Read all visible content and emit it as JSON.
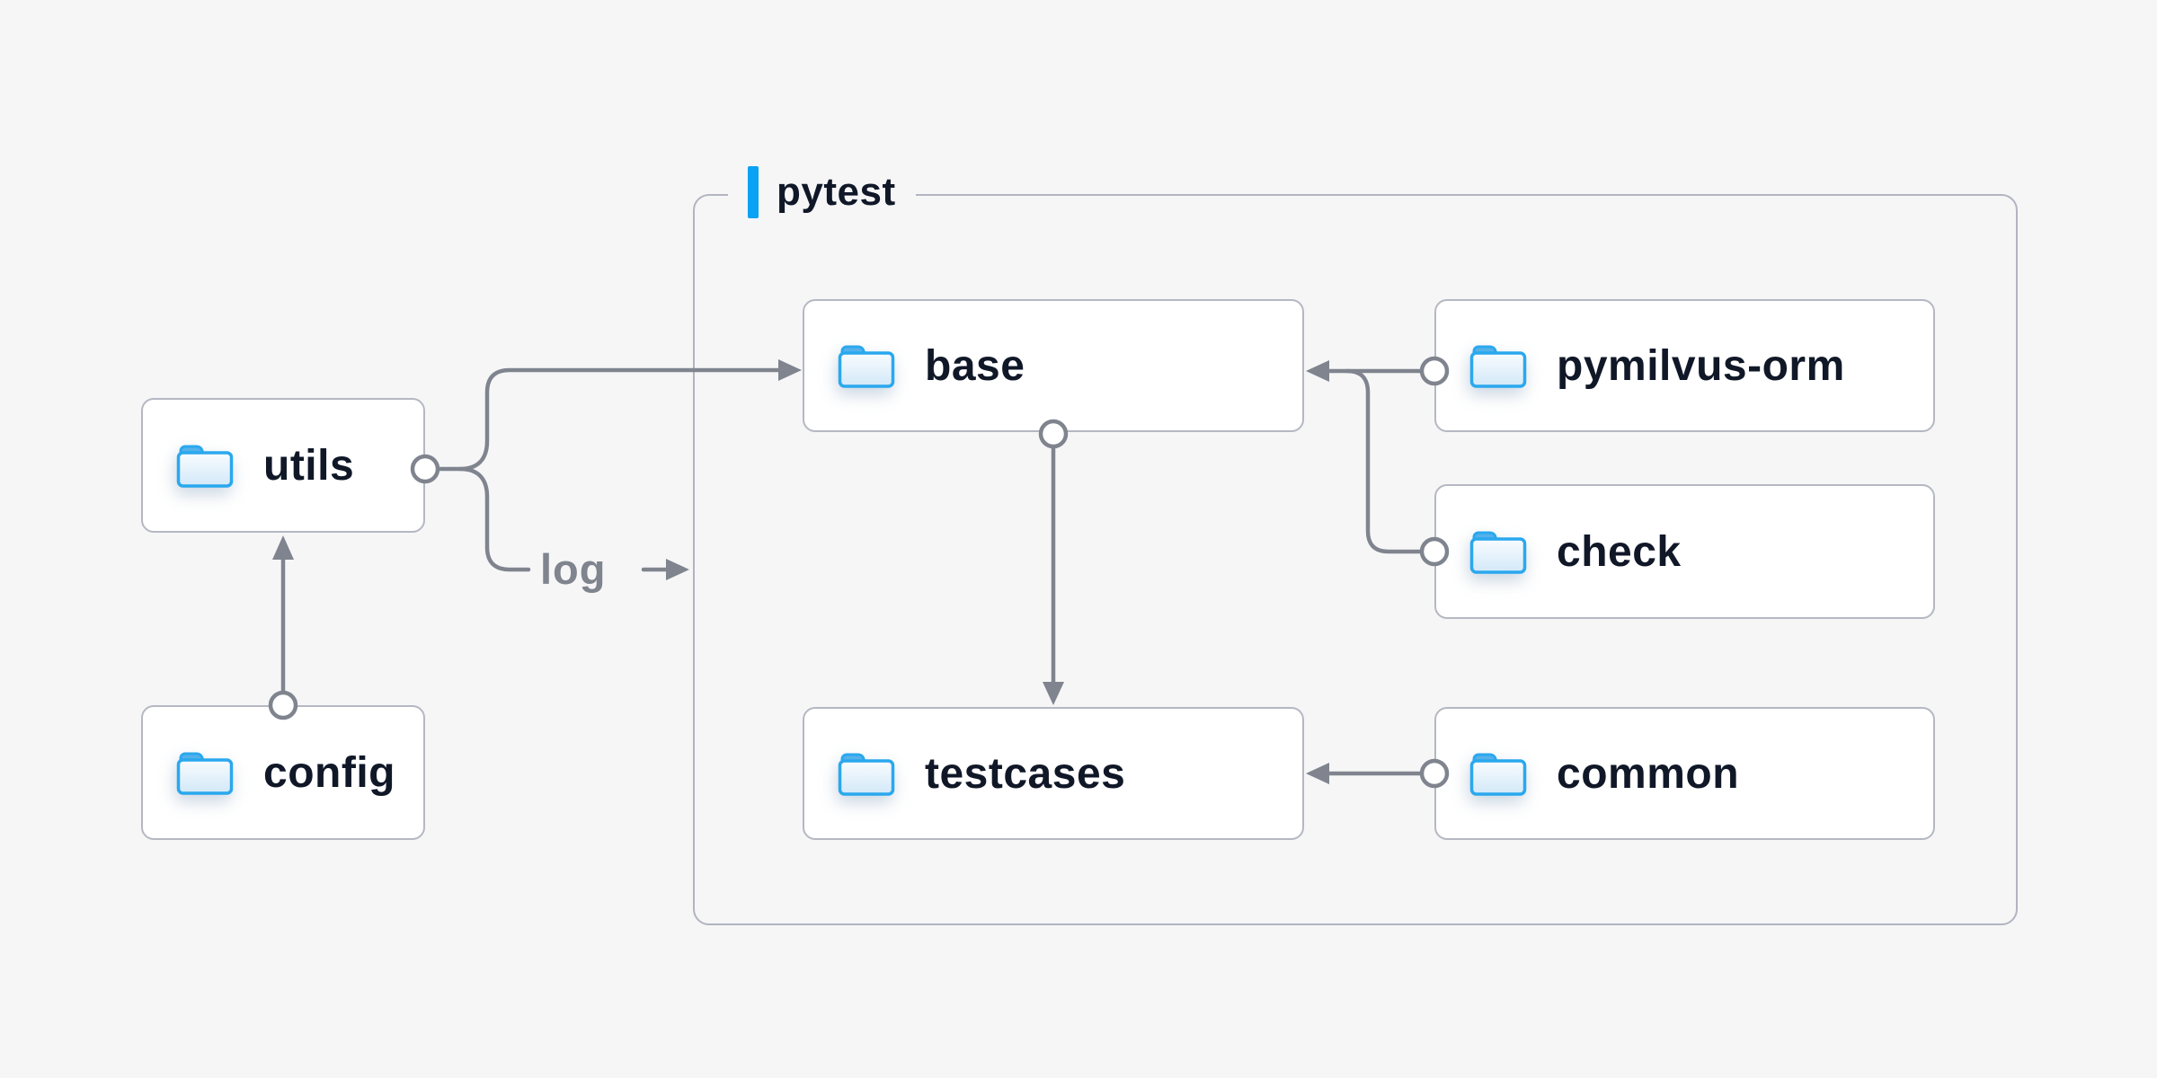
{
  "diagram": {
    "background_color": "#f6f6f7",
    "accent_blue": "#0aa2f3",
    "folder_blue": "#2aa8ee",
    "line_gray": "#7f848e",
    "text_dark": "#101828",
    "container": {
      "label": "pytest"
    },
    "nodes": [
      {
        "id": "utils",
        "label": "utils"
      },
      {
        "id": "config",
        "label": "config"
      },
      {
        "id": "base",
        "label": "base"
      },
      {
        "id": "pymilvus-orm",
        "label": "pymilvus-orm"
      },
      {
        "id": "check",
        "label": "check"
      },
      {
        "id": "testcases",
        "label": "testcases"
      },
      {
        "id": "common",
        "label": "common"
      }
    ],
    "edges": [
      {
        "from": "config",
        "to": "utils"
      },
      {
        "from": "utils",
        "to": "base"
      },
      {
        "from": "utils",
        "to": "log",
        "label": "log"
      },
      {
        "from": "base",
        "to": "testcases"
      },
      {
        "from": "pymilvus-orm",
        "to": "base"
      },
      {
        "from": "check",
        "to": "base"
      },
      {
        "from": "common",
        "to": "testcases"
      }
    ],
    "edge_label": "log"
  }
}
